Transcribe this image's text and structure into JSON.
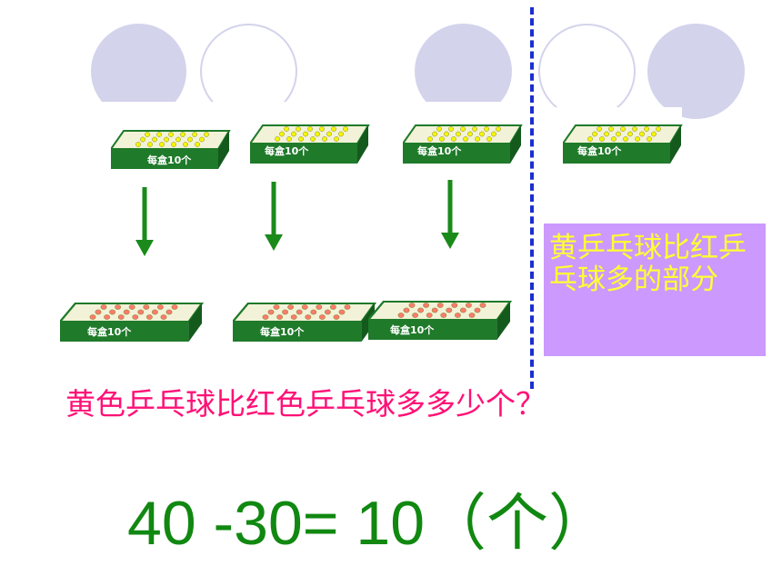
{
  "box_label": "每盒10个",
  "note_text": "黄乒乓球比红乒乓球多的部分",
  "question": "黄色乒乓球比红色乒乓球多多少个？",
  "equation": "40 -30= 10（个）",
  "colors": {
    "yellow_ball": "#f5f500",
    "red_ball": "#ff7a6e",
    "box_green": "#1f7a2a",
    "arrow": "#1a8a1a",
    "divider": "#1a2fd0",
    "note_bg": "#cc99ff",
    "note_text": "#ffff33",
    "question_text": "#ff1177",
    "equation_text": "#118811"
  },
  "yellow_boxes": 4,
  "red_boxes": 3
}
